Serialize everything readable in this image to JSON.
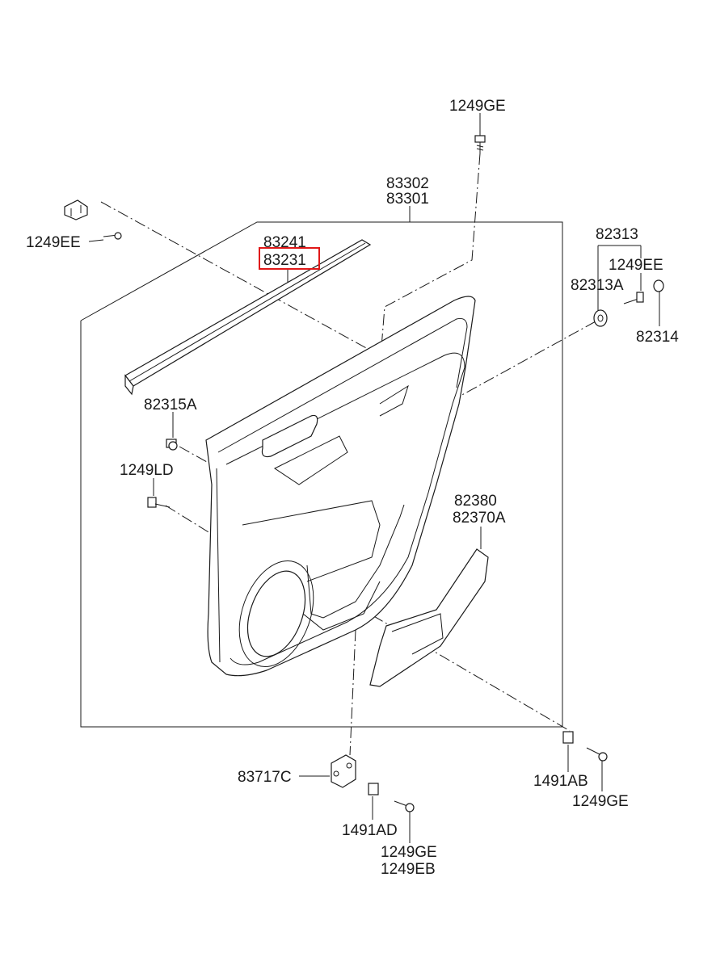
{
  "labels": {
    "screw_top": "1249GE",
    "panel_a": "83302",
    "panel_b": "83301",
    "strip_a": "83241",
    "strip_b": "83231",
    "clip_left": "1249EE",
    "grommet_group": "82313",
    "screw_right": "1249EE",
    "grommet": "82313A",
    "nut_right": "82314",
    "fastener_clip": "82315A",
    "screw_left": "1249LD",
    "cover_a": "82380",
    "cover_b": "82370A",
    "bracket": "83717C",
    "nut_bottom": "1491AD",
    "screw_bottom_a": "1249GE",
    "screw_bottom_b": "1249EB",
    "nut_lower_right": "1491AB",
    "screw_lower_right": "1249GE"
  },
  "highlighted_part": "83231",
  "colors": {
    "line": "#1a1a1a",
    "highlight": "#e01818",
    "background": "#ffffff"
  }
}
